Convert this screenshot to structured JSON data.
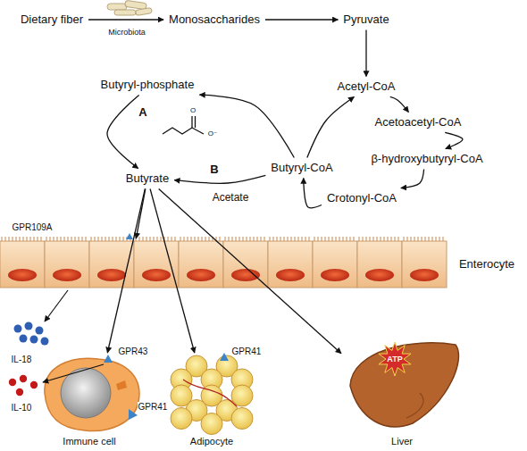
{
  "diagram": {
    "nodes": [
      {
        "text": [
          "Dietary fiber"
        ]
      },
      {
        "text": [
          "Monosaccharides"
        ]
      },
      {
        "text": [
          "Pyruvate"
        ]
      },
      {
        "text": [
          "Acetyl-CoA"
        ]
      },
      {
        "text": [
          "Acetoacetyl-CoA"
        ]
      },
      {
        "text": [
          "β-hydroxybutyryl-CoA"
        ]
      },
      {
        "text": [
          "Crotonyl-CoA"
        ]
      },
      {
        "text": [
          "Butyryl-CoA"
        ]
      },
      {
        "text": [
          "Butyryl-phosphate"
        ]
      },
      {
        "text": [
          "Butyrate"
        ]
      },
      {
        "text": [
          "Enterocyte"
        ]
      },
      {
        "text": [
          "Immune cell"
        ]
      },
      {
        "text": [
          "Adipocyte"
        ]
      },
      {
        "text": [
          "Liver"
        ]
      },
      {
        "text": [
          "ATP"
        ],
        "in": 13
      }
    ],
    "edges": [
      {
        "from": 0,
        "to": 1,
        "arrow": "to",
        "label": "Microbiota"
      },
      {
        "from": 1,
        "to": 2,
        "arrow": "to"
      },
      {
        "from": 2,
        "to": 3,
        "arrow": "to"
      },
      {
        "from": 3,
        "to": 4,
        "arrow": "to"
      },
      {
        "from": 4,
        "to": 5,
        "arrow": "to"
      },
      {
        "from": 5,
        "to": 6,
        "arrow": "to"
      },
      {
        "from": 6,
        "to": 7,
        "arrow": "to"
      },
      {
        "from": 7,
        "to": 3,
        "arrow": "to"
      },
      {
        "from": 7,
        "to": 8,
        "arrow": "to"
      },
      {
        "from": 8,
        "to": 9,
        "arrow": "to"
      },
      {
        "from": 7,
        "to": 9,
        "arrow": "to",
        "label": "Acetate"
      },
      {
        "from": 9,
        "to": 10,
        "arrow": "to"
      },
      {
        "from": 9,
        "to": 11,
        "arrow": "to"
      },
      {
        "from": 9,
        "to": 12,
        "arrow": "to"
      },
      {
        "from": 9,
        "to": 13,
        "arrow": "to"
      }
    ],
    "labels": [
      "A",
      "B",
      "GPR109A",
      "IL-18",
      "GPR43",
      "GPR41",
      "IL-10",
      "GPR41",
      "O",
      "O⁻"
    ]
  }
}
